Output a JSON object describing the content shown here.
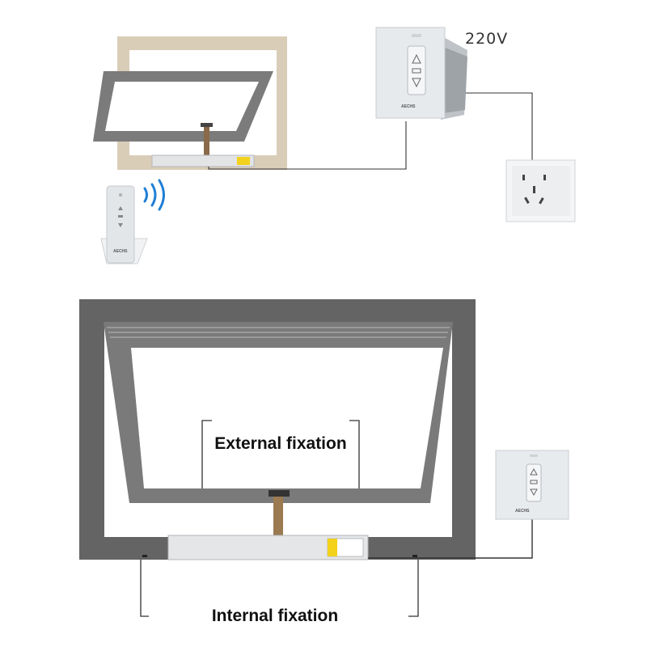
{
  "labels": {
    "voltage": "220V",
    "external": "External fixation",
    "internal": "Internal fixation"
  },
  "brand": {
    "logo_text": "AECHS"
  },
  "icons": {
    "up": "up-arrow-icon",
    "stop": "stop-icon",
    "down": "down-arrow-icon",
    "wireless": "wireless-signal-icon"
  },
  "colors": {
    "frame_beige": "#d9cdb8",
    "frame_gray": "#6e6e6e",
    "frame_dark": "#606060",
    "panel": "#e9ecef",
    "signal_blue": "#1f7fd6",
    "wire": "#333333"
  }
}
